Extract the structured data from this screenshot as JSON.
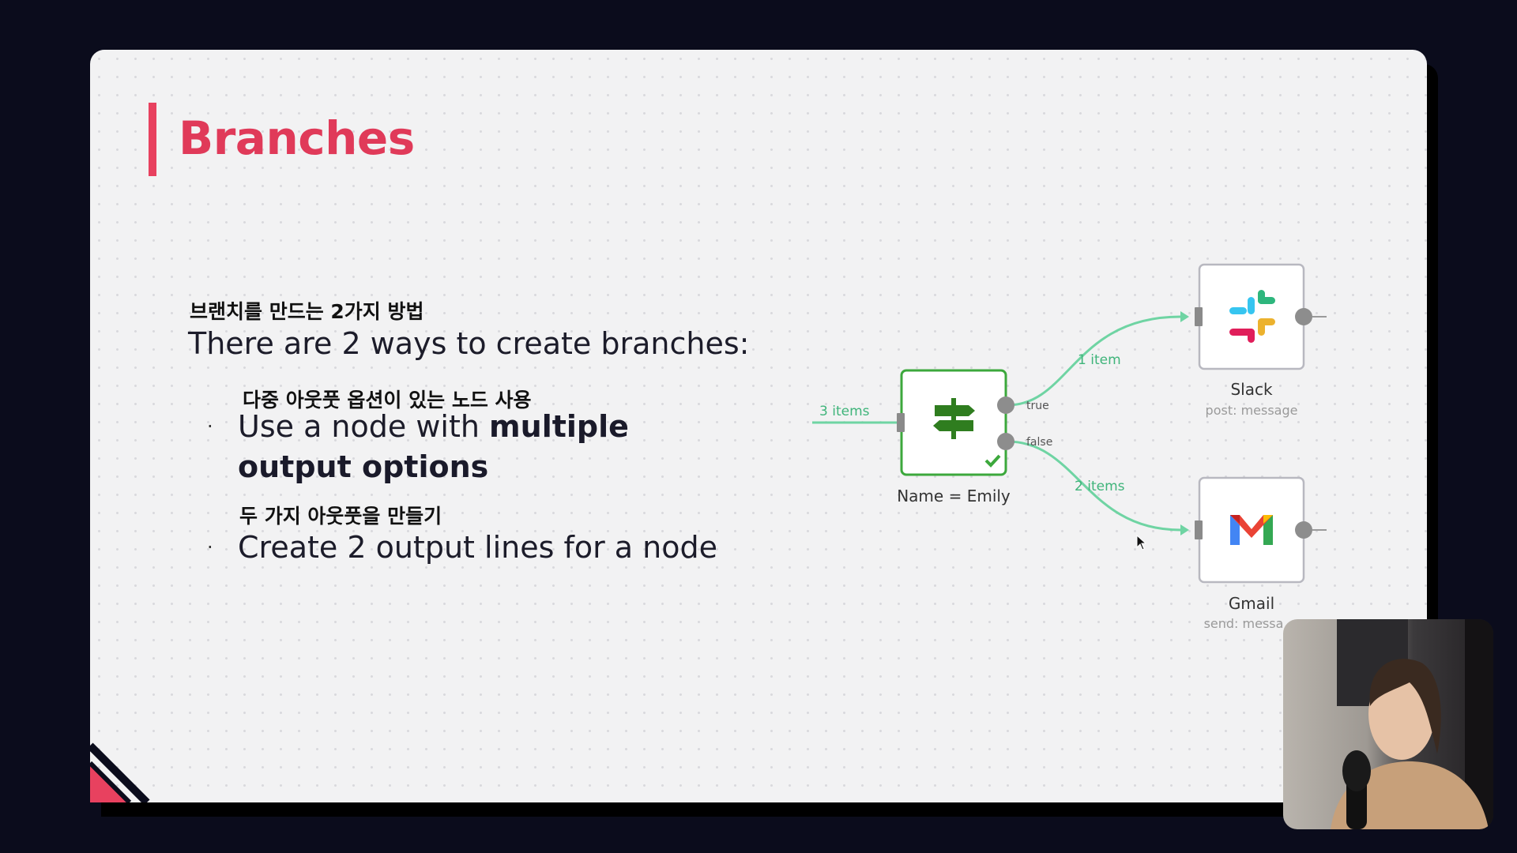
{
  "slide": {
    "title": "Branches",
    "subtitle_ko": "브랜치를 만드는 2가지 방법",
    "subtitle_en": "There are 2 ways to create branches:",
    "bullets": [
      {
        "ko": "다중 아웃풋 옵션이 있는 노드 사용",
        "en_prefix": "Use a node with ",
        "en_bold_1": "multiple",
        "en_bold_2": "output options",
        "marker": "·"
      },
      {
        "ko": "두 가지 아웃풋을 만들기",
        "en": "Create 2 output lines for a node",
        "marker": "·"
      }
    ]
  },
  "diagram": {
    "input_label": "3 items",
    "if_node": {
      "name": "Name = Emily",
      "icon": "signpost-icon",
      "status": "check-icon",
      "true_label": "true",
      "false_label": "false"
    },
    "true_edge_label": "1 item",
    "false_edge_label": "2 items",
    "slack_node": {
      "name": "Slack",
      "subtitle": "post: message",
      "icon": "slack-icon"
    },
    "gmail_node": {
      "name": "Gmail",
      "subtitle": "send: messa",
      "icon": "gmail-icon"
    },
    "colors": {
      "accent": "#e03a59",
      "edge": "#6fd4a3",
      "if_node_border": "#3ca83c",
      "signpost": "#2f7d1f"
    }
  }
}
